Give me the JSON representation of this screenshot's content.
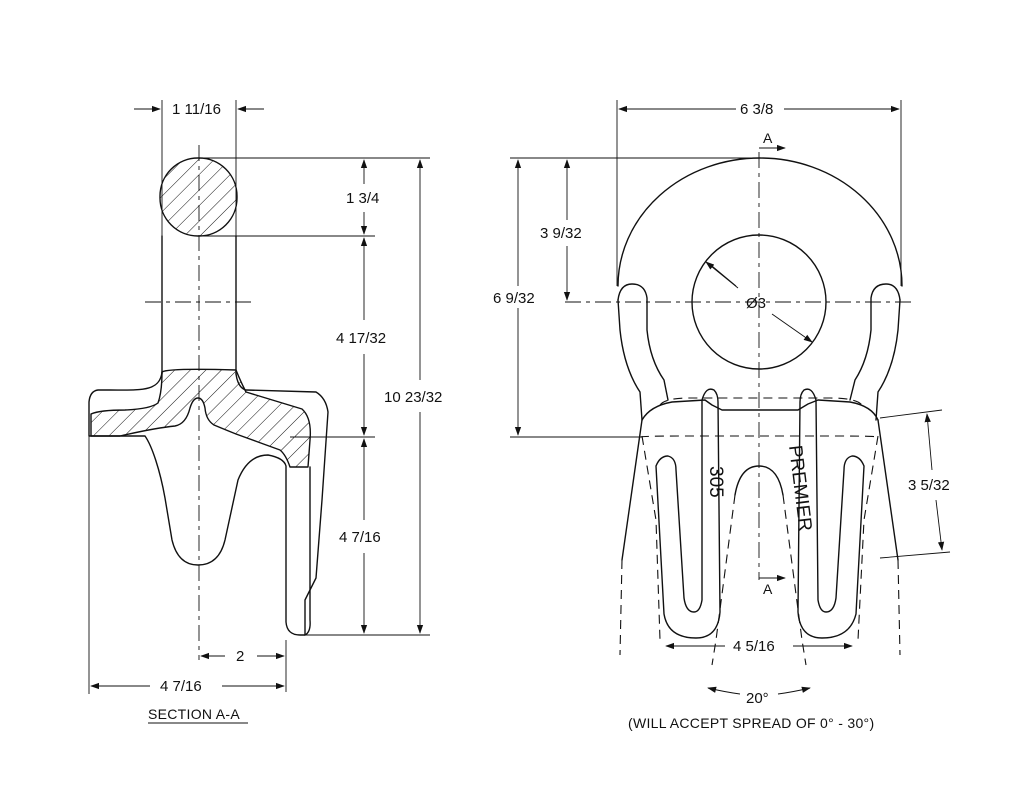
{
  "section": {
    "title": "SECTION A-A",
    "dims": {
      "top_width": "1 11/16",
      "head_height": "1 3/4",
      "middle_height": "4 17/32",
      "overall_height": "10 23/32",
      "lower_height": "4 7/16",
      "half_width": "2",
      "base_width": "4 7/16"
    }
  },
  "front": {
    "dims": {
      "overall_width": "6 3/8",
      "upper_height": "3 9/32",
      "total_height": "6 9/32",
      "hole_diameter": "Ø3",
      "side_height": "3 5/32",
      "prong_spacing": "4 5/16",
      "spread_angle": "20°"
    },
    "section_marker": "A",
    "stamp_number": "305",
    "stamp_brand": "PREMIER",
    "spread_note": "(WILL ACCEPT SPREAD OF 0° - 30°)"
  }
}
